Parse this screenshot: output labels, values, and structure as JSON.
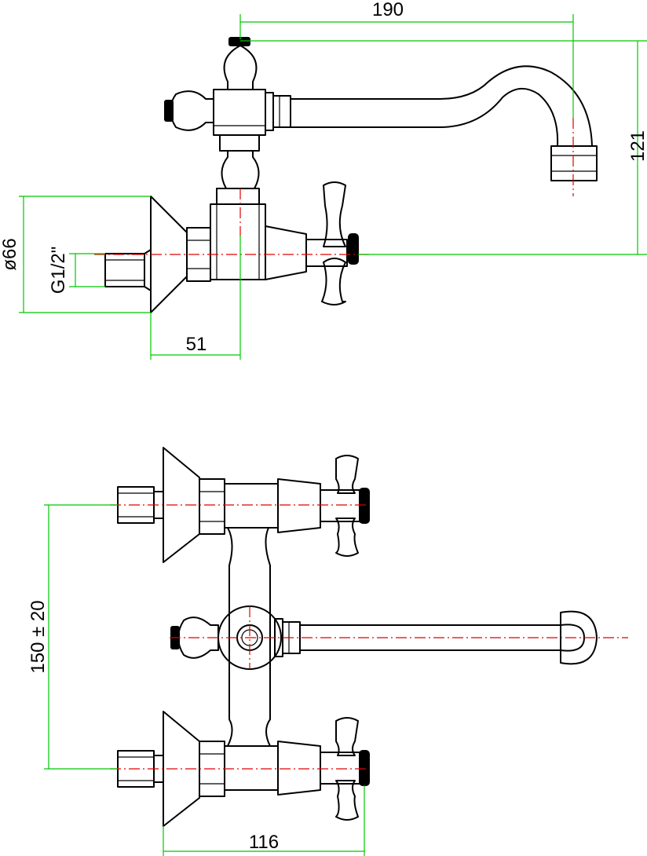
{
  "drawing": {
    "dimensions": {
      "spout_reach": "190",
      "spout_height": "121",
      "rosette_diameter": "ø66",
      "inlet_thread": "G1/2\"",
      "wall_offset": "51",
      "inlet_spacing": "150 ± 20",
      "body_width": "116"
    },
    "colors": {
      "dimension_lines": "#00c800",
      "center_lines": "#e00000",
      "outline": "#000000"
    }
  }
}
